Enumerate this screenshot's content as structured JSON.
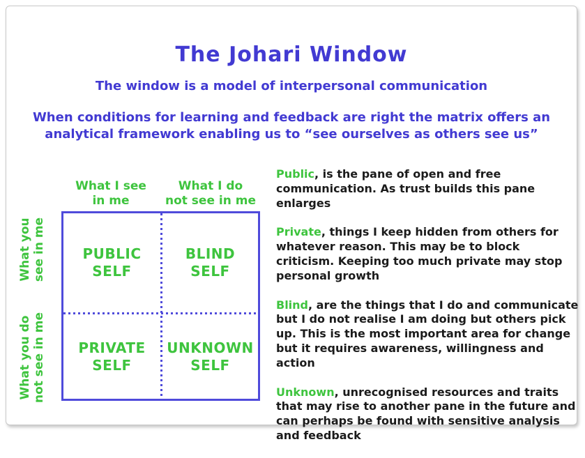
{
  "slide": {
    "title": "The Johari Window",
    "subtitle": "The window is a model of interpersonal communication",
    "intro": "When conditions for learning and feedback are right the matrix offers an analytical framework enabling us to “see ourselves as others see us”"
  },
  "matrix": {
    "column_headers": [
      "What I see\nin me",
      "What I do\nnot see in me"
    ],
    "row_headers": [
      "What you\nsee in me",
      "What you do\nnot see in me"
    ],
    "quadrants": [
      {
        "label": "PUBLIC\nSELF"
      },
      {
        "label": "BLIND\nSELF"
      },
      {
        "label": "PRIVATE\nSELF"
      },
      {
        "label": "UNKNOWN\nSELF"
      }
    ]
  },
  "descriptions": [
    {
      "term": "Public",
      "text": ", is the pane of open and free communication. As trust builds this pane enlarges"
    },
    {
      "term": "Private",
      "text": ", things I keep hidden from others for whatever reason. This may be to block criticism. Keeping too much private may stop personal growth"
    },
    {
      "term": "Blind",
      "text": ", are the things that I do and communicate but I do not realise I am doing but others pick up. This is the most important area for change but it requires awareness, willingness and action"
    },
    {
      "term": "Unknown",
      "text": ", unrecognised resources and traits that may rise to another pane in the future and can perhaps be found with sensitive analysis and feedback"
    }
  ],
  "colors": {
    "blue_text": "#423ad2",
    "blue_border": "#4f4bdb",
    "green": "#3ec43e",
    "body_text": "#1b1b1b"
  }
}
